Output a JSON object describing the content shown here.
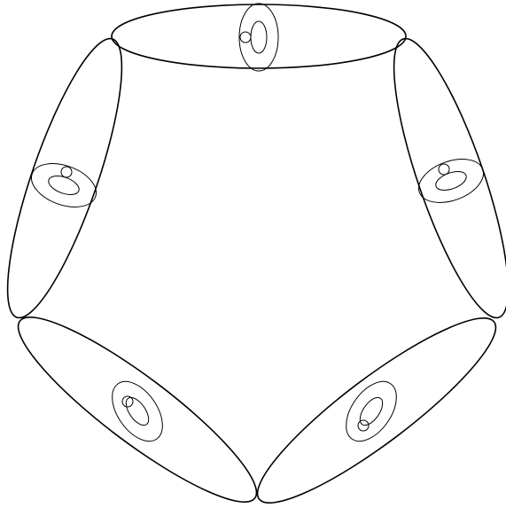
{
  "diagram": {
    "kind": "line-drawing",
    "description_visible_text": "",
    "stroke_color": "#000000",
    "background_color": "#ffffff",
    "lobes": [
      {
        "name": "lobe-top",
        "motif": "ring-with-dot"
      },
      {
        "name": "lobe-upper-right",
        "motif": "ring-with-dot"
      },
      {
        "name": "lobe-lower-right",
        "motif": "ring-with-dot"
      },
      {
        "name": "lobe-lower-left",
        "motif": "ring-with-dot"
      },
      {
        "name": "lobe-upper-left",
        "motif": "ring-with-dot"
      }
    ]
  }
}
